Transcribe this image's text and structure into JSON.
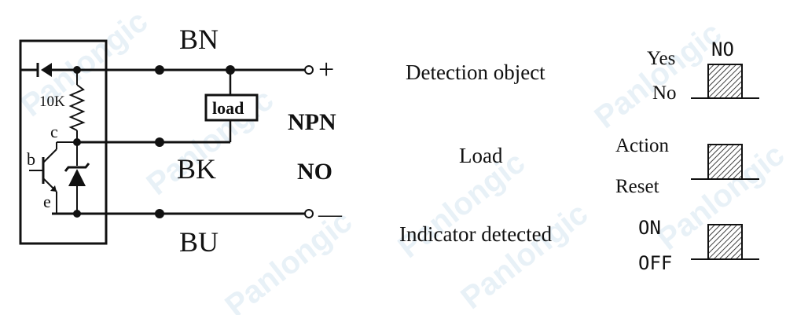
{
  "circuit": {
    "wire_bn": "BN",
    "wire_bk": "BK",
    "wire_bu": "BU",
    "terminal_plus": "+",
    "terminal_minus": "—",
    "load_label": "load",
    "resistor_label": "10K",
    "pin_c": "c",
    "pin_b": "b",
    "pin_e": "e",
    "type_label": "NPN",
    "mode_label": "NO"
  },
  "timing": {
    "rows": [
      {
        "name": "Detection object",
        "high": "Yes",
        "low": "No",
        "tag": "NO"
      },
      {
        "name": "Load",
        "high": "Action",
        "low": "Reset"
      },
      {
        "name": "Indicator detected",
        "high": "ON",
        "low": "OFF"
      }
    ]
  },
  "watermark": "Panlongic",
  "colors": {
    "ink": "#111111",
    "watermark": "#d6e6f1"
  }
}
